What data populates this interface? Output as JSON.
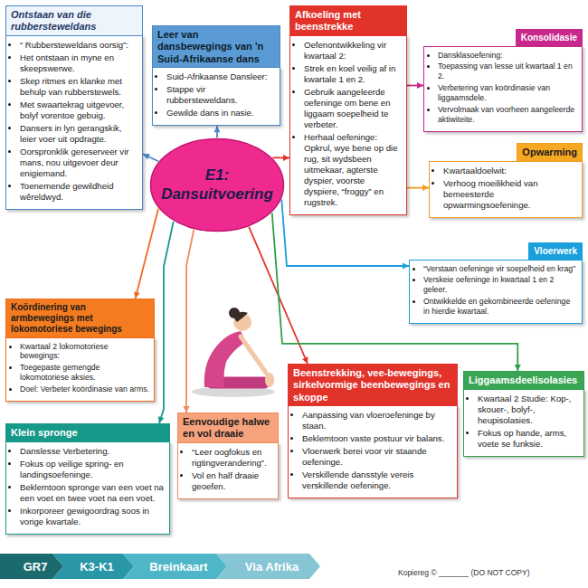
{
  "diagram": {
    "nodes": [
      {
        "text": [
          "E1: Dansuitvoering"
        ]
      },
      {
        "text": [
          "Ontstaan van die rubbersteweldans",
          "“ Rubbersteweldans oorsig”:",
          "Het ontstaan in myne en skeepswerwe.",
          "Skep ritmes en klanke met behulp van rubberstewels.",
          "Met swaartekrag uitgevoer, bolyf vorentoe gebuig.",
          "Dansers in lyn gerangskik, leier voer uit opdragte.",
          "Oorspronklik gereserveer vir mans, nou uitgevoer deur enigiemand.",
          "Toenemende gewildheid wêreldwyd."
        ]
      },
      {
        "text": [
          "Leer van dansbewegings van 'n Suid-Afrikaanse dans",
          "Suid-Afrikaanse Dansleer:",
          "Stappe vir rubbersteweldans.",
          "Gewilde dans in nasie."
        ]
      },
      {
        "text": [
          "Afkoeling met beenstrekke",
          "Oefenontwikkeling vir kwartaal 2:",
          "Strek en koel veilig af in kwartale 1 en 2.",
          "Gebruik aangeleerde oefeninge om bene en liggaam soepelheid te verbeter.",
          "Herhaal oefeninge: Opkrul, wye bene op die rug, sit wydsbeen uitmekaar, agterste dyspier, voorste dyspiere, “froggy” en rugstrek."
        ]
      },
      {
        "text": [
          "Konsolidasie",
          "Dansklasoefening:",
          "Toepassing van lesse uit kwartaal 1 en 2.",
          "Verbetering van koördinasie van liggaamsdele.",
          "Vervolmaak van voorheen aangeleerde aktiwiteite."
        ]
      },
      {
        "text": [
          "Opwarming",
          "Kwartaaldoelwit:",
          "Verhoog moeilikheid van bemeesterde opwarmingsoefeninge."
        ]
      },
      {
        "text": [
          "Vloerwerk",
          "“Verstaan oefeninge vir soepelheid en krag”",
          "Verskeie oefeninge in kwartaal 1 en 2 geleer.",
          "Ontwikkelde en gekombineerde oefeninge in hierdie kwartaal."
        ]
      },
      {
        "text": [
          "Koördinering van armbewegings met lokomotoriese bewegings",
          "Kwartaal 2 lokomotoriese bewegings:",
          "Toegepaste gemengde lokomotoriese aksies.",
          "Doel: Verbeter koördinasie van arms."
        ]
      },
      {
        "text": [
          "Klein spronge",
          "Danslesse Verbetering.",
          "Fokus op veilige spring- en landingsoefeninge.",
          "Beklemtoon spronge van een voet na een voet en twee voet na een voet.",
          "Inkorporeer gewigoordrag soos in vorige kwartale."
        ]
      },
      {
        "text": [
          "Eenvoudige halwe en vol draaie",
          "“Leer oogfokus en rigtingverandering”.",
          "Vol en half draaie geoefen."
        ]
      },
      {
        "text": [
          "Beenstrekking, vee-bewegings, sirkelvormige beenbewegings en skoppe",
          "Aanpassing van vloeroefeninge by staan.",
          "Beklemtoon vaste postuur vir balans.",
          "Vloerwerk berei voor vir staande oefeninge.",
          "Verskillende dansstyle vereis verskillende oefeninge."
        ]
      },
      {
        "text": [
          "Liggaamsdeelisolasies",
          "Kwartaal 2 Studie: Kop-, skouer-, bolyf-, heupisolasies.",
          "Fokus op hande, arms, voete se funksie."
        ]
      },
      {
        "text": [
          "GR7"
        ]
      },
      {
        "text": [
          "K3-K1"
        ]
      },
      {
        "text": [
          "Breinkaart"
        ]
      },
      {
        "text": [
          "Via Afrika"
        ]
      }
    ],
    "edges": [
      {
        "from": 0,
        "to": 1,
        "arrow": "to"
      },
      {
        "from": 0,
        "to": 2,
        "arrow": "to"
      },
      {
        "from": 0,
        "to": 3,
        "arrow": "to"
      },
      {
        "from": 3,
        "to": 4,
        "arrow": "to"
      },
      {
        "from": 3,
        "to": 5,
        "arrow": "to"
      },
      {
        "from": 0,
        "to": 6,
        "arrow": "to"
      },
      {
        "from": 0,
        "to": 7,
        "arrow": "to"
      },
      {
        "from": 0,
        "to": 8,
        "arrow": "to"
      },
      {
        "from": 0,
        "to": 9,
        "arrow": "to"
      },
      {
        "from": 0,
        "to": 10,
        "arrow": "to"
      },
      {
        "from": 0,
        "to": 11,
        "arrow": "to"
      }
    ],
    "labels": [
      "Kopiereg © _______ (DO NOT COPY)"
    ]
  }
}
